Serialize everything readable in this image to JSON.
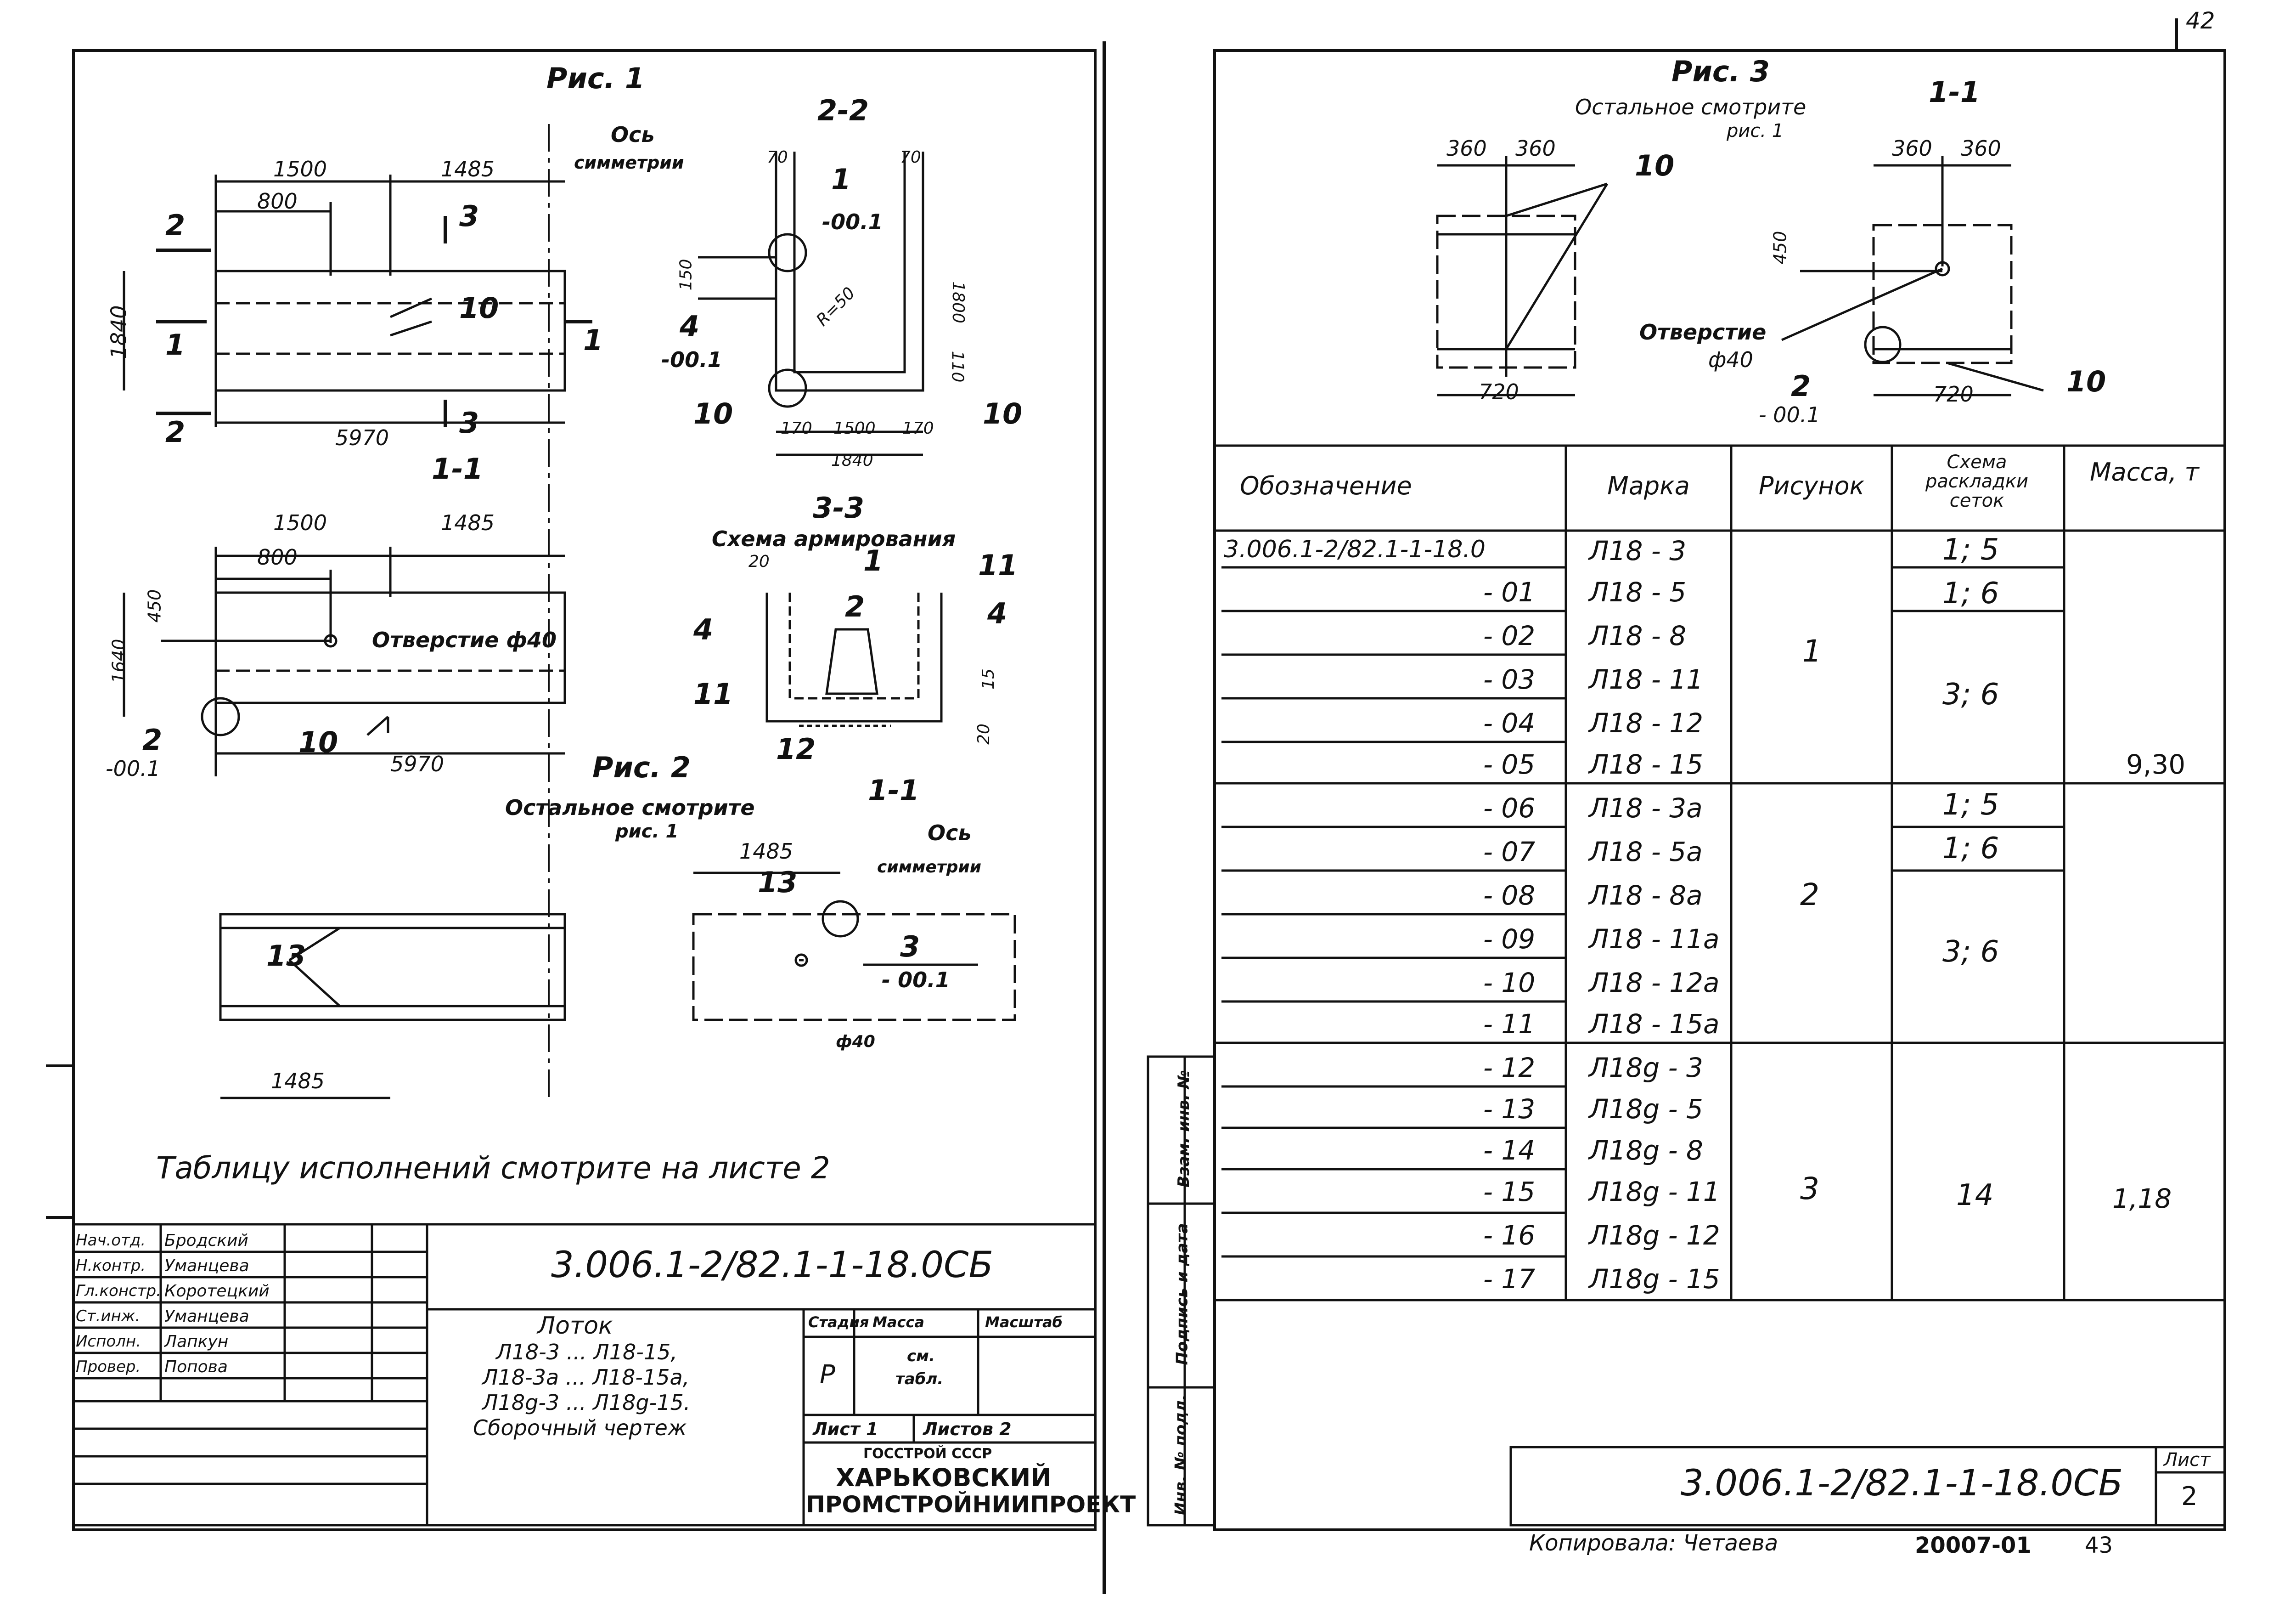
{
  "left_sheet": {
    "fig1": {
      "title": "Рис. 1",
      "section_2_2": "2-2",
      "section_1_1": "1-1",
      "section_3_3": "3-3",
      "axis_label": "Ось",
      "axis_label_2": "симметрии",
      "scheme_label": "Схема армирования",
      "dims_top": [
        "1500",
        "1485",
        "800"
      ],
      "dim_width": "5970",
      "dim_height": "1840",
      "dim_450": "450",
      "dim_1640": "1640",
      "hole_label": "Отверстие ф40",
      "mark_minus": "-00.1",
      "markers": [
        "1",
        "2",
        "3",
        "4",
        "10",
        "11",
        "12"
      ],
      "section_dims": [
        "70",
        "70",
        "150",
        "1800",
        "110",
        "1500",
        "170",
        "170",
        "1840",
        "R=50",
        "20",
        "15",
        "20"
      ]
    },
    "fig2": {
      "title": "Рис. 2",
      "note": "Остальное смотрите",
      "note_2": "рис. 1",
      "section": "1-1",
      "axis_label": "Ось",
      "axis_label_2": "симметрии",
      "dim": "1485",
      "marker_13": "13",
      "marker_3": "3",
      "mark_minus": "- 00.1",
      "hole_mark": "ф40"
    },
    "table_note": "Таблицу исполнений смотрите на листе 2",
    "title_block": {
      "roles": [
        "Нач.отд.",
        "Н.контр.",
        "Гл.констр.",
        "Ст.инж.",
        "Исполн.",
        "Провер."
      ],
      "names": [
        "Бродский",
        "Уманцева",
        "Коротецкий",
        "Уманцева",
        "Лапкун",
        "Попова"
      ],
      "code": "3.006.1-2/82.1-1-18.0СБ",
      "name_1": "Лоток",
      "name_2": "Л18-3 ... Л18-15,",
      "name_3": "Л18-3а ... Л18-15а,",
      "name_4": "Л18g-3 ... Л18g-15.",
      "name_5": "Сборочный чертеж",
      "col_stage": "Стадия",
      "col_mass": "Масса",
      "col_scale": "Масштаб",
      "stage_value": "Р",
      "mass_value_1": "см.",
      "mass_value_2": "табл.",
      "sheet_label": "Лист 1",
      "sheets_label": "Листов 2",
      "org_1": "ГОССТРОЙ СССР",
      "org_2": "ХАРЬКОВСКИЙ",
      "org_3": "ПРОМСТРОЙНИИПРОЕКТ"
    }
  },
  "right_sheet": {
    "fig3": {
      "title": "Рис. 3",
      "note": "Остальное смотрите",
      "note_2": "рис. 1",
      "section": "1-1",
      "dims": [
        "360",
        "360",
        "360",
        "360",
        "720",
        "720",
        "450"
      ],
      "hole_label": "Отверстие",
      "hole_size": "ф40",
      "marker_10": "10",
      "marker_2": "2",
      "mark_minus": "- 00.1"
    },
    "table": {
      "headers": [
        "Обозначение",
        "Марка",
        "Рисунок",
        "Схема раскладки сеток",
        "Масса, т"
      ],
      "rows": [
        {
          "code": "3.006.1-2/82.1-1-18.0",
          "mark": "Л18 - 3"
        },
        {
          "code": "- 01",
          "mark": "Л18 - 5"
        },
        {
          "code": "- 02",
          "mark": "Л18 - 8"
        },
        {
          "code": "- 03",
          "mark": "Л18 - 11"
        },
        {
          "code": "- 04",
          "mark": "Л18 - 12"
        },
        {
          "code": "- 05",
          "mark": "Л18 - 15"
        },
        {
          "code": "- 06",
          "mark": "Л18 - 3а"
        },
        {
          "code": "- 07",
          "mark": "Л18 - 5а"
        },
        {
          "code": "- 08",
          "mark": "Л18 - 8а"
        },
        {
          "code": "- 09",
          "mark": "Л18 - 11а"
        },
        {
          "code": "- 10",
          "mark": "Л18 - 12а"
        },
        {
          "code": "- 11",
          "mark": "Л18 - 15а"
        },
        {
          "code": "- 12",
          "mark": "Л18g - 3"
        },
        {
          "code": "- 13",
          "mark": "Л18g - 5"
        },
        {
          "code": "- 14",
          "mark": "Л18g - 8"
        },
        {
          "code": "- 15",
          "mark": "Л18g - 11"
        },
        {
          "code": "- 16",
          "mark": "Л18g - 12"
        },
        {
          "code": "- 17",
          "mark": "Л18g - 15"
        }
      ],
      "figure_groups": [
        "1",
        "2",
        "3"
      ],
      "scheme_values": [
        "1; 5",
        "1; 6",
        "3; 6",
        "1; 5",
        "1; 6",
        "3; 6",
        "14"
      ],
      "mass_values": [
        "9,30",
        "1,18"
      ]
    },
    "side_stamp": [
      "Взам. инв. №",
      "Подпись и дата",
      "Инв. № подл."
    ],
    "code": "3.006.1-2/82.1-1-18.0СБ",
    "sheet_label": "Лист",
    "sheet_number": "2",
    "copied_by": "Копировала: Четаева",
    "order_number": "20007-01",
    "page_number": "43",
    "corner_number": "42"
  }
}
